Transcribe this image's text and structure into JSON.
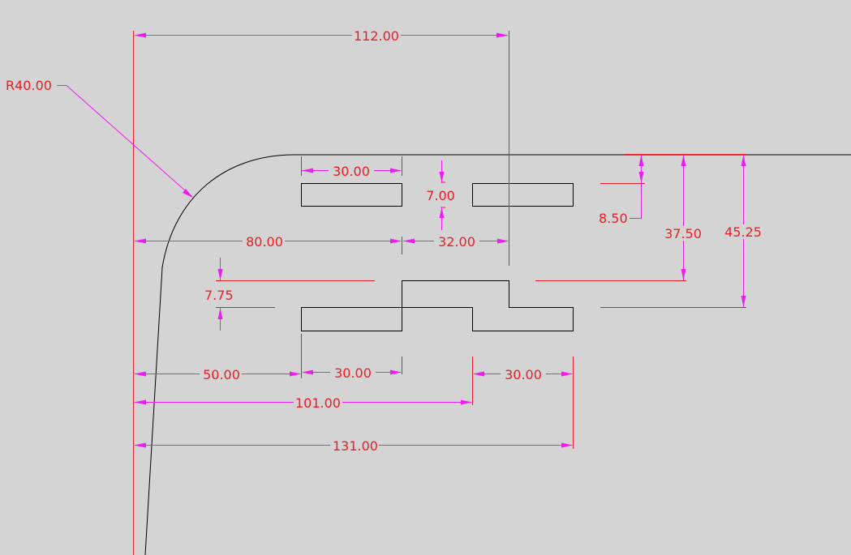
{
  "colors": {
    "background": "#d4d4d4",
    "geometry": "#000000",
    "extension_lines": "#ee1c24",
    "dimension_lines": "#ee1cee",
    "dimension_text": "#ee1c24"
  },
  "dimensions": {
    "radius": "R40.00",
    "overall_top": "112.00",
    "slot_width_top": "30.00",
    "slot_height": "7.00",
    "left_to_slot_end": "80.00",
    "slot_gap": "32.00",
    "slot_top_offset": "8.50",
    "step_depth_1": "37.50",
    "step_depth_2": "45.25",
    "step_height": "7.75",
    "left_offset": "50.00",
    "step_width_left": "30.00",
    "step_width_right": "30.00",
    "left_to_step": "101.00",
    "overall_bottom": "131.00"
  }
}
